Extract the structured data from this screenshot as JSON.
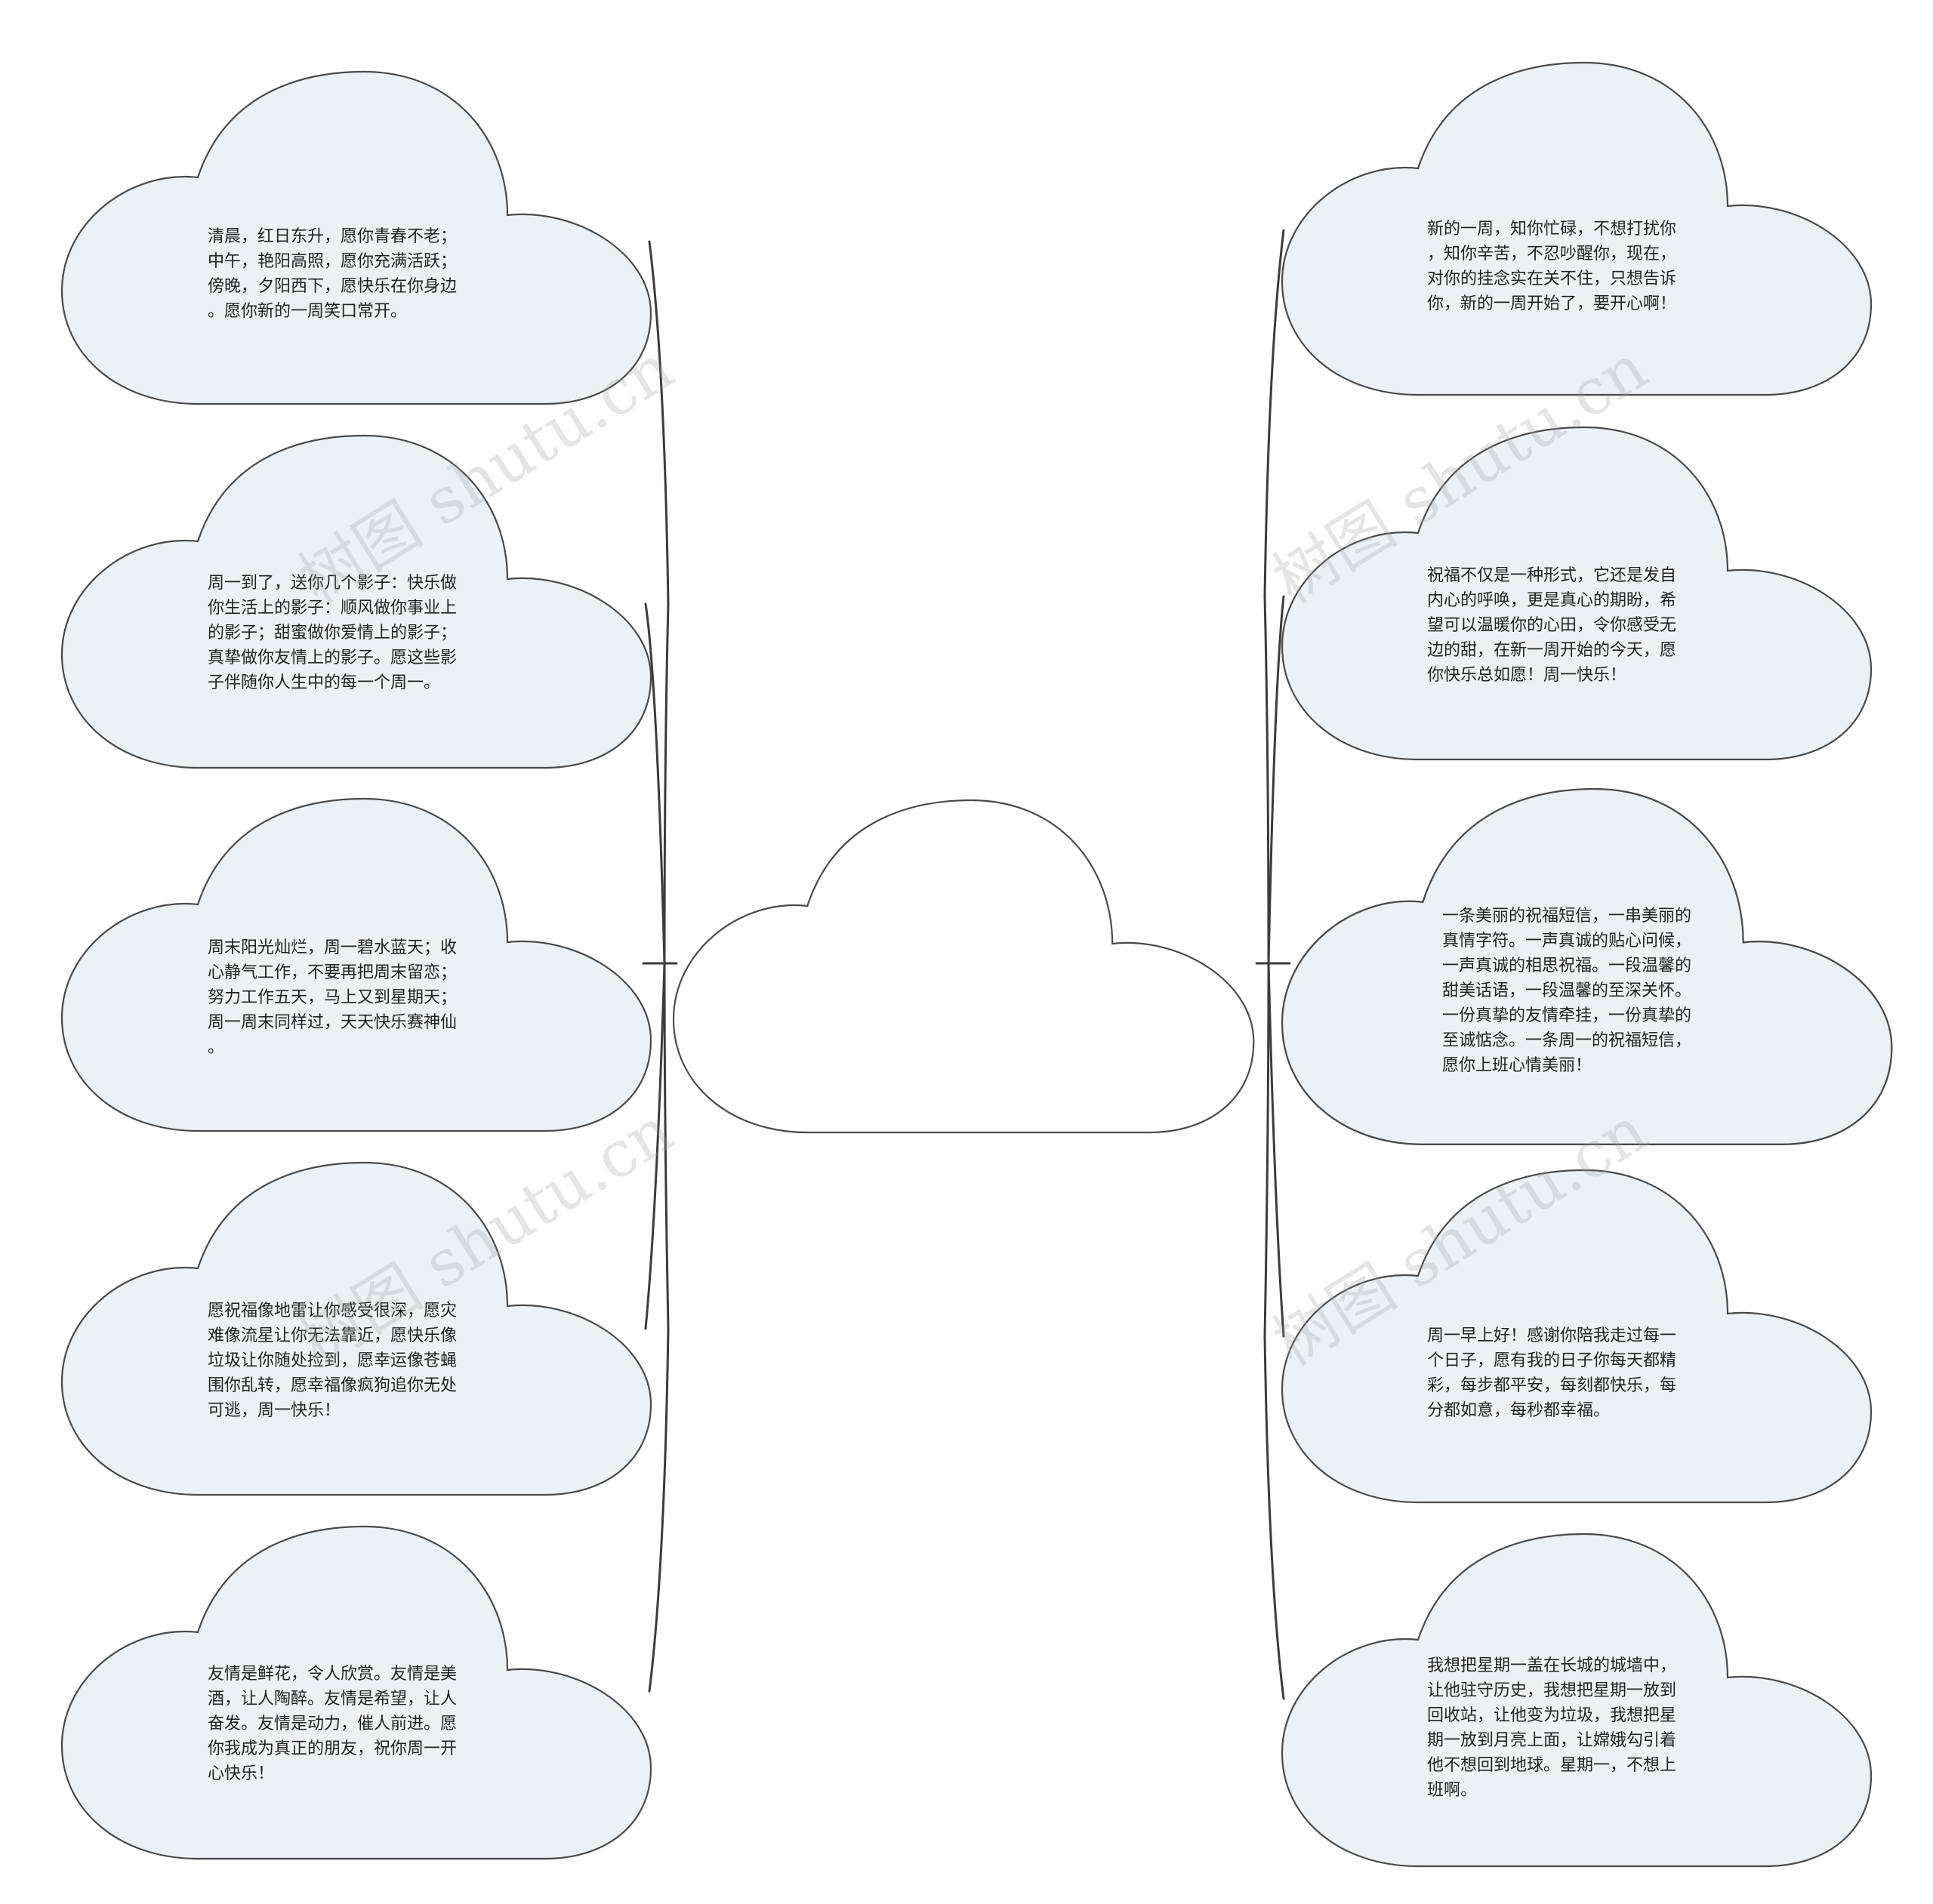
{
  "watermark": {
    "text": "树图 shutu.cn"
  },
  "center": {
    "label": ""
  },
  "left_nodes": [
    {
      "text": "清晨，红日东升，愿你青春不老；\n中午，艳阳高照，愿你充满活跃；\n傍晚，夕阳西下，愿快乐在你身边\n。愿你新的一周笑口常开。"
    },
    {
      "text": "周一到了，送你几个影子：快乐做\n你生活上的影子：顺风做你事业上\n的影子；甜蜜做你爱情上的影子；\n真挚做你友情上的影子。愿这些影\n子伴随你人生中的每一个周一。"
    },
    {
      "text": "周末阳光灿烂，周一碧水蓝天；收\n心静气工作，不要再把周末留恋；\n努力工作五天，马上又到星期天；\n周一周末同样过，天天快乐赛神仙\n。"
    },
    {
      "text": "愿祝福像地雷让你感受很深，愿灾\n难像流星让你无法靠近，愿快乐像\n垃圾让你随处捡到，愿幸运像苍蝇\n围你乱转，愿幸福像疯狗追你无处\n可逃，周一快乐！"
    },
    {
      "text": "友情是鲜花，令人欣赏。友情是美\n酒，让人陶醉。友情是希望，让人\n奋发。友情是动力，催人前进。愿\n你我成为真正的朋友，祝你周一开\n心快乐！"
    }
  ],
  "right_nodes": [
    {
      "text": "新的一周，知你忙碌，不想打扰你\n，知你辛苦，不忍吵醒你，现在，\n对你的挂念实在关不住，只想告诉\n你，新的一周开始了，要开心啊！"
    },
    {
      "text": "祝福不仅是一种形式，它还是发自\n内心的呼唤，更是真心的期盼，希\n望可以温暖你的心田，令你感受无\n边的甜，在新一周开始的今天，愿\n你快乐总如愿！周一快乐！"
    },
    {
      "text": "一条美丽的祝福短信，一串美丽的\n真情字符。一声真诚的贴心问候，\n一声真诚的相思祝福。一段温馨的\n甜美话语，一段温馨的至深关怀。\n一份真挚的友情牵挂，一份真挚的\n至诚惦念。一条周一的祝福短信，\n愿你上班心情美丽！"
    },
    {
      "text": "周一早上好！感谢你陪我走过每一\n个日子，愿有我的日子你每天都精\n彩，每步都平安，每刻都快乐，每\n分都如意，每秒都幸福。"
    },
    {
      "text": "我想把星期一盖在长城的城墙中，\n让他驻守历史，我想把星期一放到\n回收站，让他变为垃圾，我想把星\n期一放到月亮上面，让嫦娥勾引着\n他不想回到地球。星期一，不想上\n班啊。"
    }
  ]
}
